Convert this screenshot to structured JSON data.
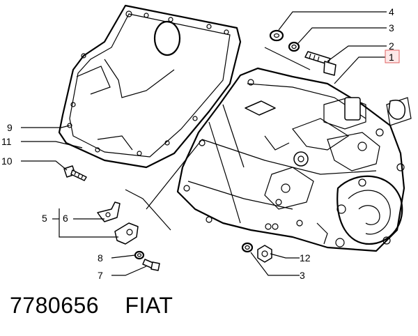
{
  "callouts": {
    "c4": "4",
    "c3a": "3",
    "c2": "2",
    "c1": "1",
    "c9": "9",
    "c11": "11",
    "c10": "10",
    "c5": "5",
    "c6": "6",
    "c8": "8",
    "c7": "7",
    "c12": "12",
    "c3b": "3"
  },
  "footer": {
    "part_number": "7780656",
    "brand": "FIAT"
  },
  "colors": {
    "highlight_fill": "#fde8e8",
    "highlight_stroke": "#e06060",
    "ink": "#000000"
  }
}
